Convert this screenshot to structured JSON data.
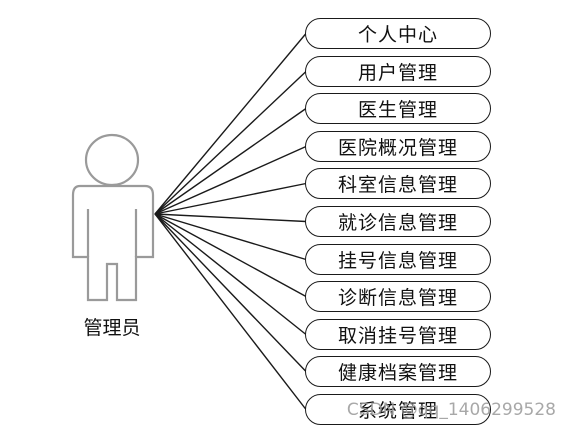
{
  "actor": {
    "label": "管理员"
  },
  "modules": [
    {
      "label": "个人中心"
    },
    {
      "label": "用户管理"
    },
    {
      "label": "医生管理"
    },
    {
      "label": "医院概况管理"
    },
    {
      "label": "科室信息管理"
    },
    {
      "label": "就诊信息管理"
    },
    {
      "label": "挂号信息管理"
    },
    {
      "label": "诊断信息管理"
    },
    {
      "label": "取消挂号管理"
    },
    {
      "label": "健康档案管理"
    },
    {
      "label": "系统管理"
    }
  ],
  "watermark": {
    "text": "CSDN @qq_1406299528"
  },
  "colors": {
    "stroke": "#1a1a1a",
    "actor_outline": "#9a9a9a",
    "watermark": "#9a9a9a"
  }
}
